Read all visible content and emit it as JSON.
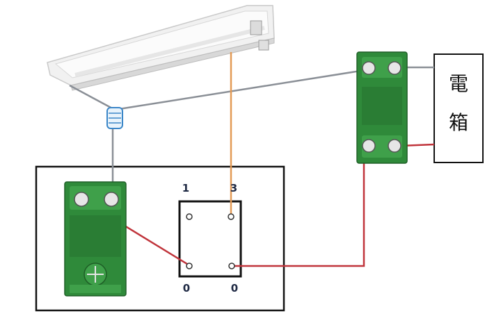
{
  "panel": {
    "line1": "電",
    "line2": "箱"
  },
  "terminals": {
    "top_left": "1",
    "top_right": "3",
    "bottom_left": "0",
    "bottom_right": "0"
  },
  "colors": {
    "red_wire": "#c0343b",
    "gray_wire": "#8a8f96",
    "orange_wire": "#e39a55",
    "switch_green": "#2f8a3a",
    "frame": "#111111",
    "connector_blue": "#3a86c8"
  }
}
